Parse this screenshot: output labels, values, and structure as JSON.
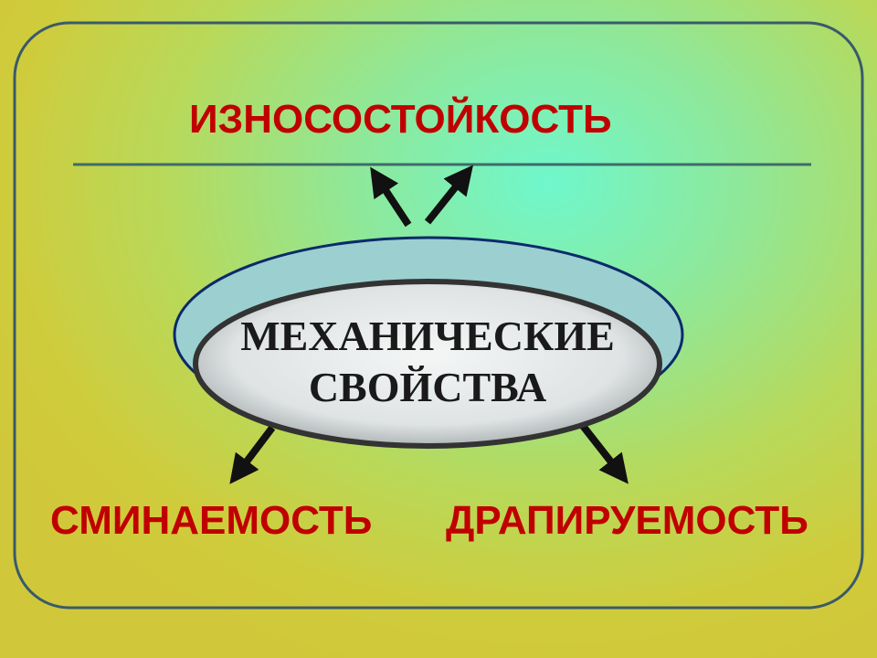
{
  "top_label": "ИЗНОСОСТОЙКОСТЬ",
  "center_line1": "МЕХАНИЧЕСКИЕ",
  "center_line2": "СВОЙСТВА",
  "bottom_left_label": "СМИНАЕМОСТЬ",
  "bottom_right_label": "ДРАПИРУЕМОСТЬ",
  "colors": {
    "label": "#c00000",
    "frame": "#3a5a6a",
    "arrow": "#111111"
  }
}
